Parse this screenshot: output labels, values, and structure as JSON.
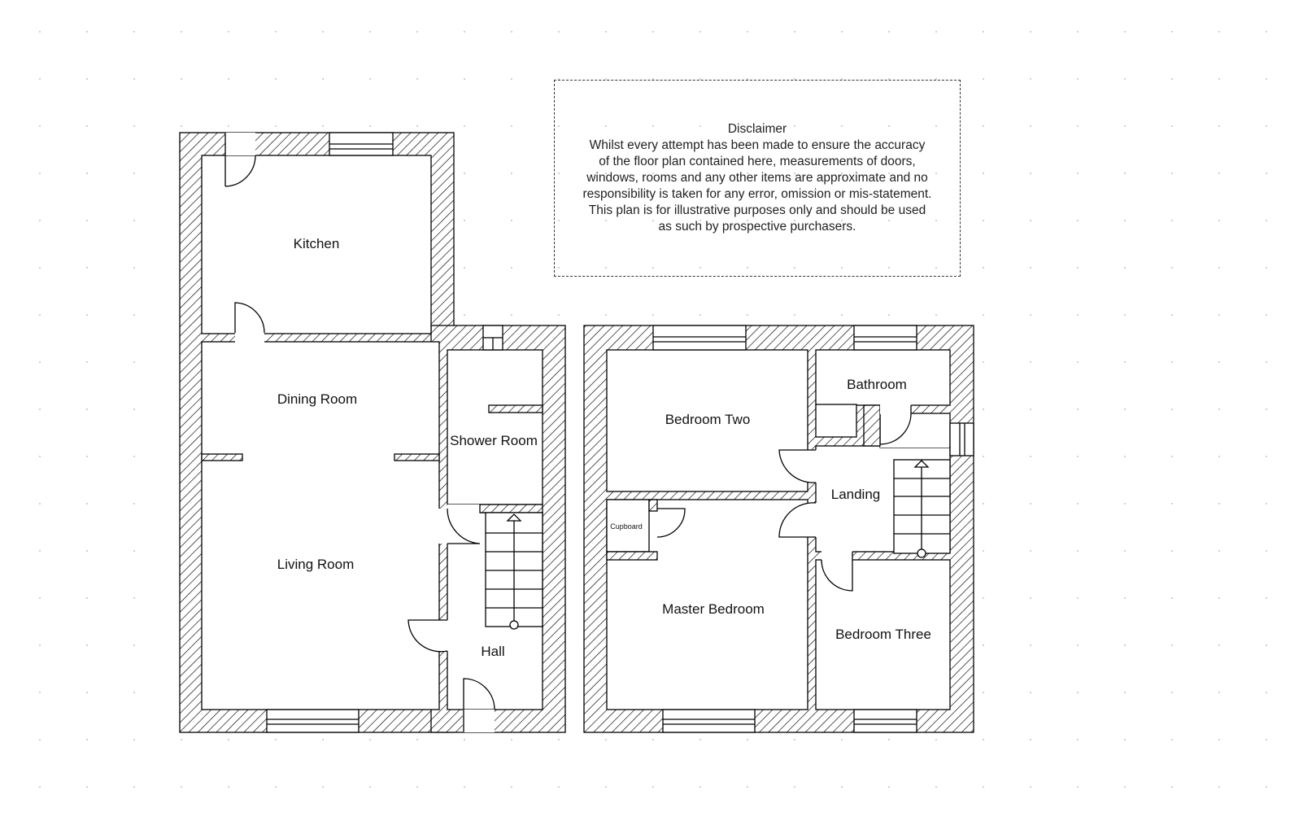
{
  "disclaimer": {
    "title": "Disclaimer",
    "lines": [
      "Whilst every attempt has been made to ensure the accuracy",
      "of the floor plan contained here, measurements of doors,",
      "windows, rooms and any other items are approximate and no",
      "responsibility is taken for any error, omission or mis-statement.",
      "This plan is for illustrative purposes only and should be used",
      "as such by prospective purchasers."
    ]
  },
  "ground_floor": {
    "rooms": [
      "Kitchen",
      "Dining Room",
      "Living Room",
      "Shower Room",
      "Hall"
    ]
  },
  "first_floor": {
    "rooms": [
      "Bedroom Two",
      "Bathroom",
      "Landing",
      "Cupboard",
      "Master Bedroom",
      "Bedroom Three"
    ]
  }
}
